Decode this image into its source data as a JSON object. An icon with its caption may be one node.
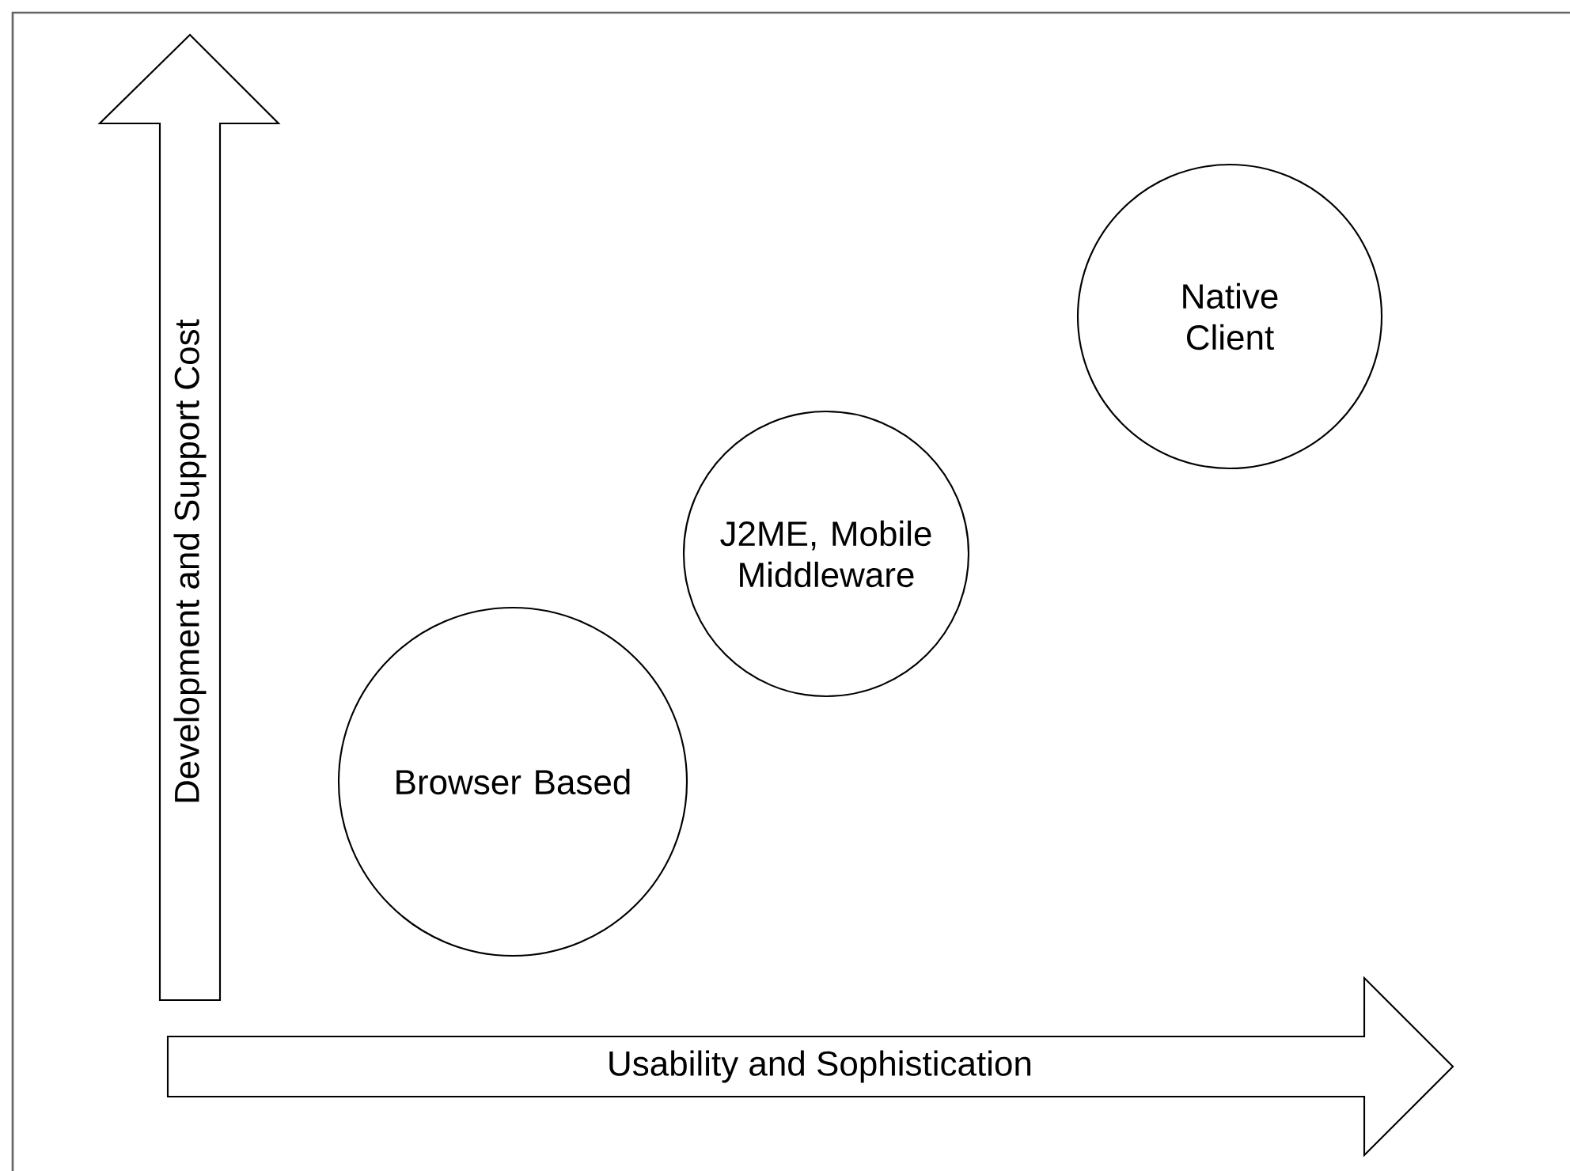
{
  "diagram": {
    "nodes": [
      {
        "text": [
          "Development and Support Cost"
        ]
      },
      {
        "text": [
          "Usability and Sophistication"
        ]
      },
      {
        "text": [
          "Browser Based"
        ]
      },
      {
        "text": [
          "J2ME, Mobile Middleware"
        ]
      },
      {
        "text": [
          "Native Client"
        ]
      }
    ]
  }
}
